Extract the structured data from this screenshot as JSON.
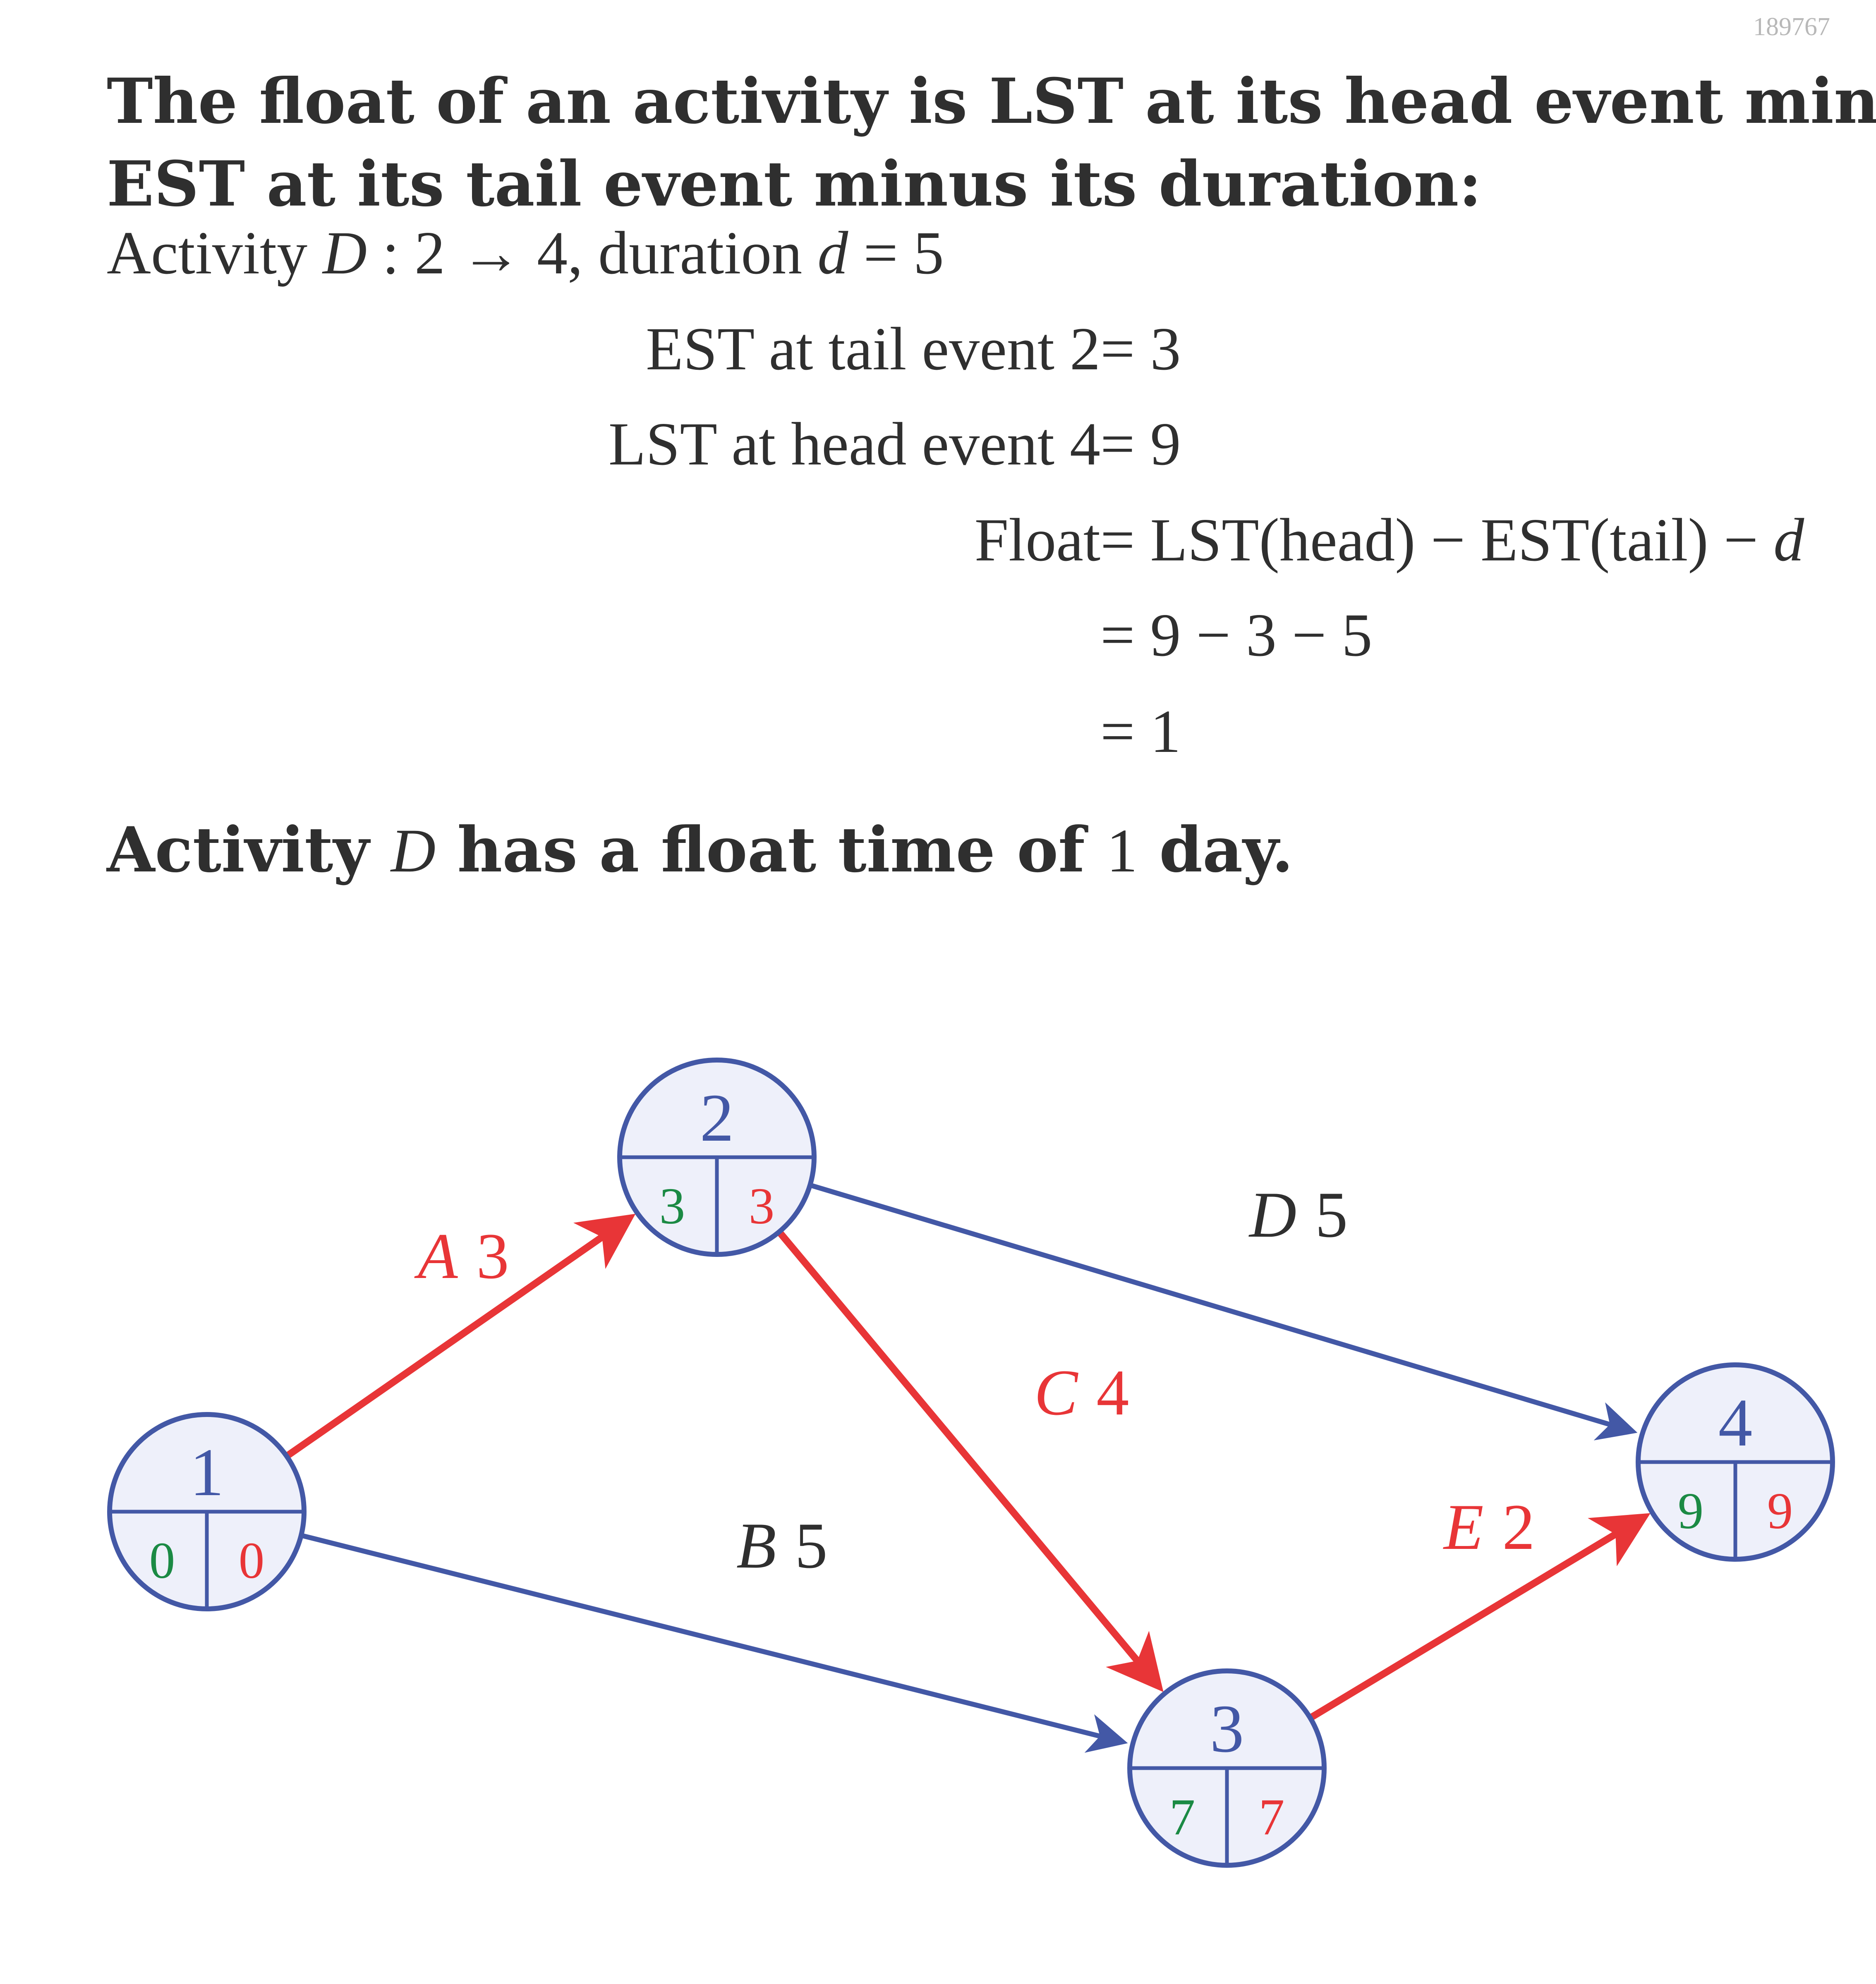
{
  "id_tag": "189767",
  "heading": {
    "line1": "The float of an activity is LST at its head event minus",
    "line2": "EST at its tail event minus its duration:"
  },
  "activity_line": {
    "prefix": "Activity ",
    "name": "D",
    "rest": " :  2 → 4,  duration ",
    "dvar": "d",
    "eq": " = 5"
  },
  "work": {
    "est_lhs": "EST at tail event 2",
    "est_rhs": " = 3",
    "lst_lhs": "LST at head event 4",
    "lst_rhs": " = 9",
    "float_lhs": "Float",
    "float_rhs": " = LST(head) − EST(tail) − ",
    "float_d": "d",
    "step2": " = 9 − 3 − 5",
    "step3": " = 1"
  },
  "conclusion": {
    "pre": "Activity ",
    "name": "D",
    "mid": " has a float time of ",
    "value": "1",
    "post": " day."
  },
  "colors": {
    "text": "#2f2f2f",
    "node_stroke": "#4358a6",
    "node_fill": "#eef0fa",
    "critical": "#e83537",
    "non_critical": "#4358a6",
    "est_color": "#1b8a44",
    "lst_color": "#e83537",
    "id_tag": "#b8b8b8"
  },
  "network": {
    "nodes": [
      {
        "id": "1",
        "est": "0",
        "lst": "0"
      },
      {
        "id": "2",
        "est": "3",
        "lst": "3"
      },
      {
        "id": "3",
        "est": "7",
        "lst": "7"
      },
      {
        "id": "4",
        "est": "9",
        "lst": "9"
      }
    ],
    "activities": [
      {
        "name": "A",
        "duration": "3",
        "from": "1",
        "to": "2",
        "critical": true
      },
      {
        "name": "B",
        "duration": "5",
        "from": "1",
        "to": "3",
        "critical": false
      },
      {
        "name": "C",
        "duration": "4",
        "from": "2",
        "to": "3",
        "critical": true
      },
      {
        "name": "D",
        "duration": "5",
        "from": "2",
        "to": "4",
        "critical": false
      },
      {
        "name": "E",
        "duration": "2",
        "from": "3",
        "to": "4",
        "critical": true
      }
    ]
  }
}
